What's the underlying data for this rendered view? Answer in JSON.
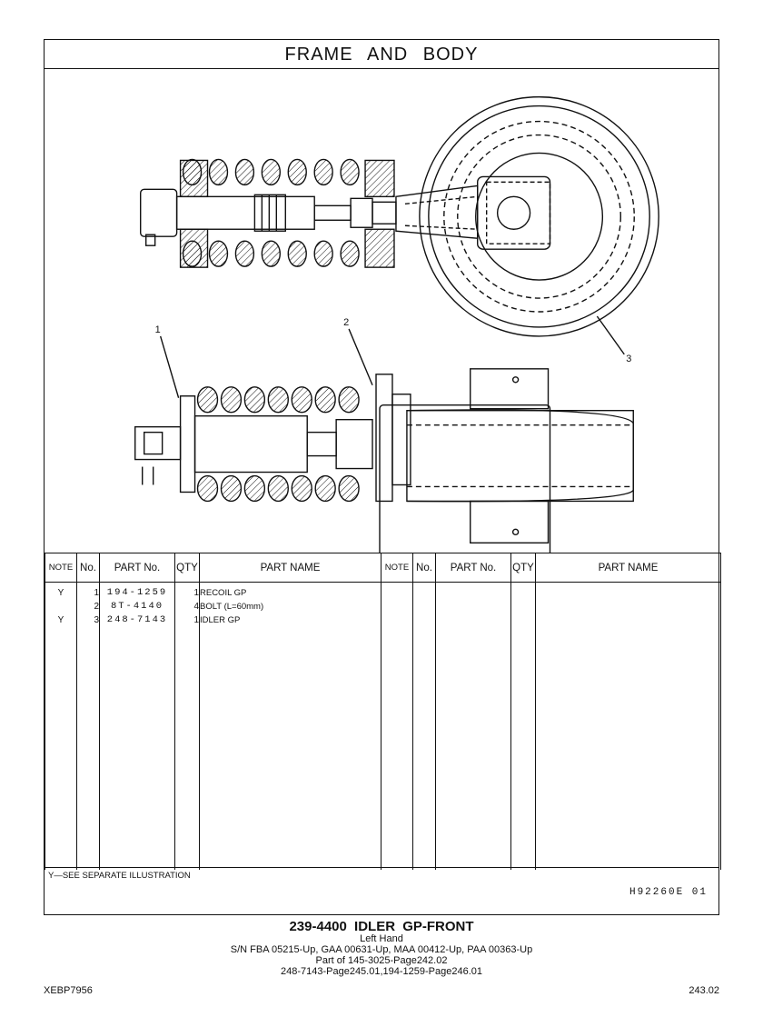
{
  "title": "FRAME AND BODY",
  "callouts": [
    "1",
    "2",
    "3"
  ],
  "table": {
    "headers": [
      "NOTE",
      "No.",
      "PART No.",
      "QTY",
      "PART NAME",
      "NOTE",
      "No.",
      "PART No.",
      "QTY",
      "PART NAME"
    ],
    "rows": [
      {
        "note": "Y",
        "no": "1",
        "part_no": "194-1259",
        "qty": "1",
        "name": "RECOIL GP"
      },
      {
        "note": "",
        "no": "2",
        "part_no": "8T-4140",
        "qty": "4",
        "name": "BOLT (L=60mm)"
      },
      {
        "note": "Y",
        "no": "3",
        "part_no": "248-7143",
        "qty": "1",
        "name": "IDLER GP"
      }
    ]
  },
  "footnote": "Y—SEE SEPARATE ILLUSTRATION",
  "illustration_ref": "H92260E 01",
  "caption": {
    "main": "239-4400 IDLER GP-FRONT",
    "sub": "Left Hand",
    "serials": "S/N FBA 05215-Up, GAA 00631-Up, MAA 00412-Up, PAA 00363-Up",
    "part_of": "Part of 145-3025-Page242.02",
    "pages": "248-7143-Page245.01,194-1259-Page246.01"
  },
  "footer": {
    "left": "XEBP7956",
    "right": "243.02"
  }
}
